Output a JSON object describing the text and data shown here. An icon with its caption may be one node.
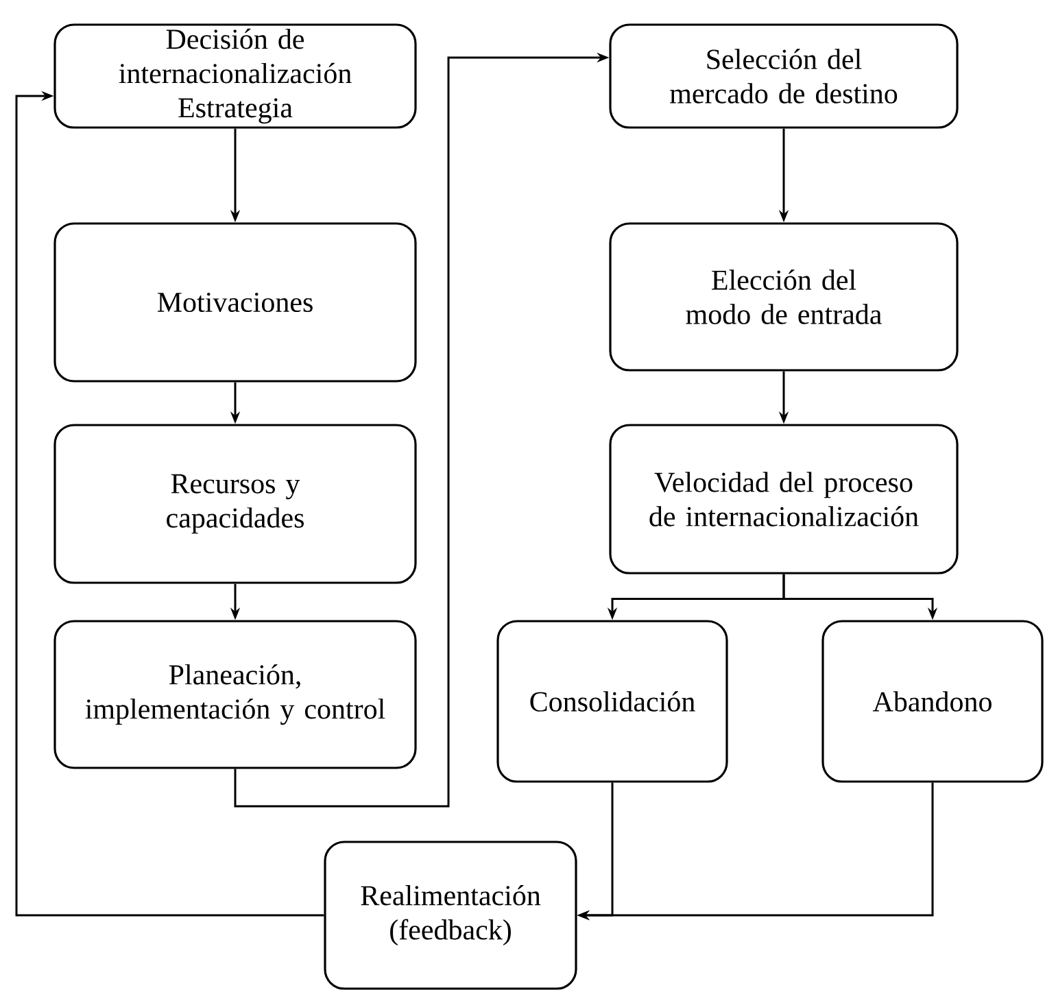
{
  "diagram": {
    "nodes": [
      {
        "text": [
          "Decisión de internacionalización Estrategia"
        ]
      },
      {
        "text": [
          "Motivaciones"
        ]
      },
      {
        "text": [
          "Recursos y capacidades"
        ]
      },
      {
        "text": [
          "Planeación, implementación y control"
        ]
      },
      {
        "text": [
          "Selección del mercado de destino"
        ]
      },
      {
        "text": [
          "Elección del modo de entrada"
        ]
      },
      {
        "text": [
          "Velocidad del proceso de internacionalización"
        ]
      },
      {
        "text": [
          "Consolidación"
        ]
      },
      {
        "text": [
          "Abandono"
        ]
      },
      {
        "text": [
          "Realimentación (feedback)"
        ]
      }
    ],
    "edges": [
      {
        "from": 0,
        "to": 1,
        "arrow": "to"
      },
      {
        "from": 1,
        "to": 2,
        "arrow": "to"
      },
      {
        "from": 2,
        "to": 3,
        "arrow": "to"
      },
      {
        "from": 3,
        "to": 4,
        "arrow": "to"
      },
      {
        "from": 4,
        "to": 5,
        "arrow": "to"
      },
      {
        "from": 5,
        "to": 6,
        "arrow": "to"
      },
      {
        "from": 6,
        "to": 7,
        "arrow": "to"
      },
      {
        "from": 6,
        "to": 8,
        "arrow": "to"
      },
      {
        "from": 7,
        "to": 9,
        "arrow": "to"
      },
      {
        "from": 8,
        "to": 9,
        "arrow": "to"
      },
      {
        "from": 9,
        "to": 0,
        "arrow": "to"
      }
    ]
  }
}
